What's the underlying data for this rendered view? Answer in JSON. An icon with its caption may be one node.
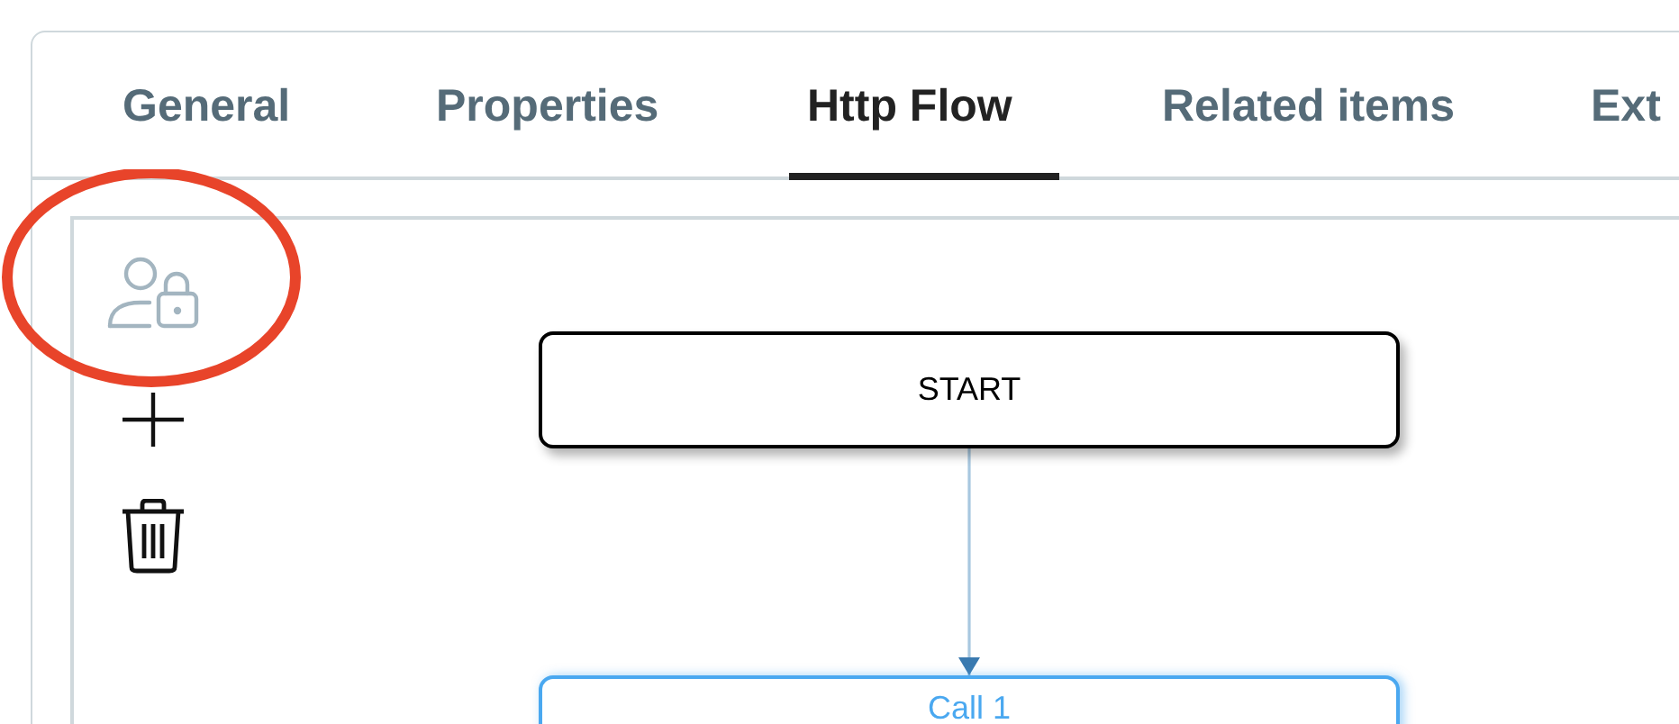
{
  "diagram": {
    "nodes": [
      {
        "text": [
          "START"
        ]
      },
      {
        "text": [
          "Call 1"
        ]
      }
    ],
    "edges": [
      {
        "from": 0,
        "to": 1,
        "arrow": "to"
      }
    ],
    "labels": [
      "General",
      "Properties",
      "Http Flow",
      "Related items",
      "Ext"
    ]
  }
}
